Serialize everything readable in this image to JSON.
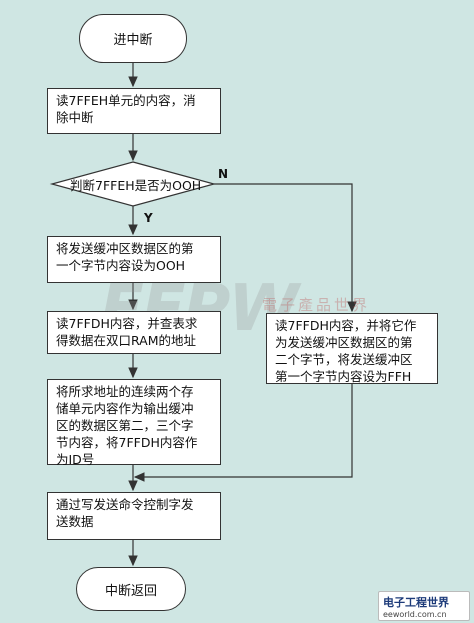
{
  "flowchart": {
    "start": "进中断",
    "step1": "读7FFEH单元的内容，消\n除中断",
    "decision": "判断7FFEH是否为OOH",
    "yes_label": "Y",
    "no_label": "N",
    "step2": "将发送缓冲区数据区的第\n一个字节内容设为OOH",
    "step3": "读7FFDH内容，并查表求\n得数据在双口RAM的地址",
    "step4": "将所求地址的连续两个存\n储单元内容作为输出缓冲\n区的数据区第二，三个字\n节内容，将7FFDH内容作\n为ID号",
    "step_right": "读7FFDH内容，并将它作\n为发送缓冲区数据区的第\n二个字节，将发送缓冲区\n第一个字节内容设为FFH",
    "step5": "通过写发送命令控制字发\n送数据",
    "end": "中断返回"
  },
  "watermark": {
    "text": "EEPW",
    "subtitle": "電子產品世界"
  },
  "logo": {
    "title": "电子工程世界",
    "url": "eeworld.com.cn"
  },
  "colors": {
    "background": "#cfe6e3",
    "box_fill": "#ffffff",
    "line": "#333333"
  }
}
